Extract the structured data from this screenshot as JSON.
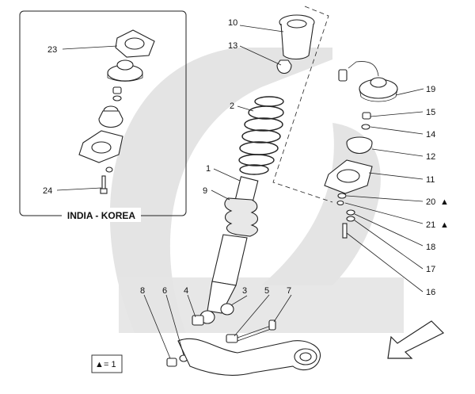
{
  "inset": {
    "title": "INDIA - KOREA"
  },
  "callouts": {
    "c1": "1",
    "c2": "2",
    "c3": "3",
    "c4": "4",
    "c5": "5",
    "c6": "6",
    "c7": "7",
    "c8": "8",
    "c9": "9",
    "c10": "10",
    "c11": "11",
    "c12": "12",
    "c13": "13",
    "c14": "14",
    "c15": "15",
    "c16": "16",
    "c17": "17",
    "c18": "18",
    "c19": "19",
    "c20": "20",
    "c21": "21",
    "c23": "23",
    "c24": "24"
  },
  "legend": {
    "symbol": "▲",
    "text": "= 1"
  },
  "marks": {
    "c20": "▲",
    "c21": "▲"
  },
  "colors": {
    "watermark": "#e3e3e3",
    "line": "#222222"
  }
}
